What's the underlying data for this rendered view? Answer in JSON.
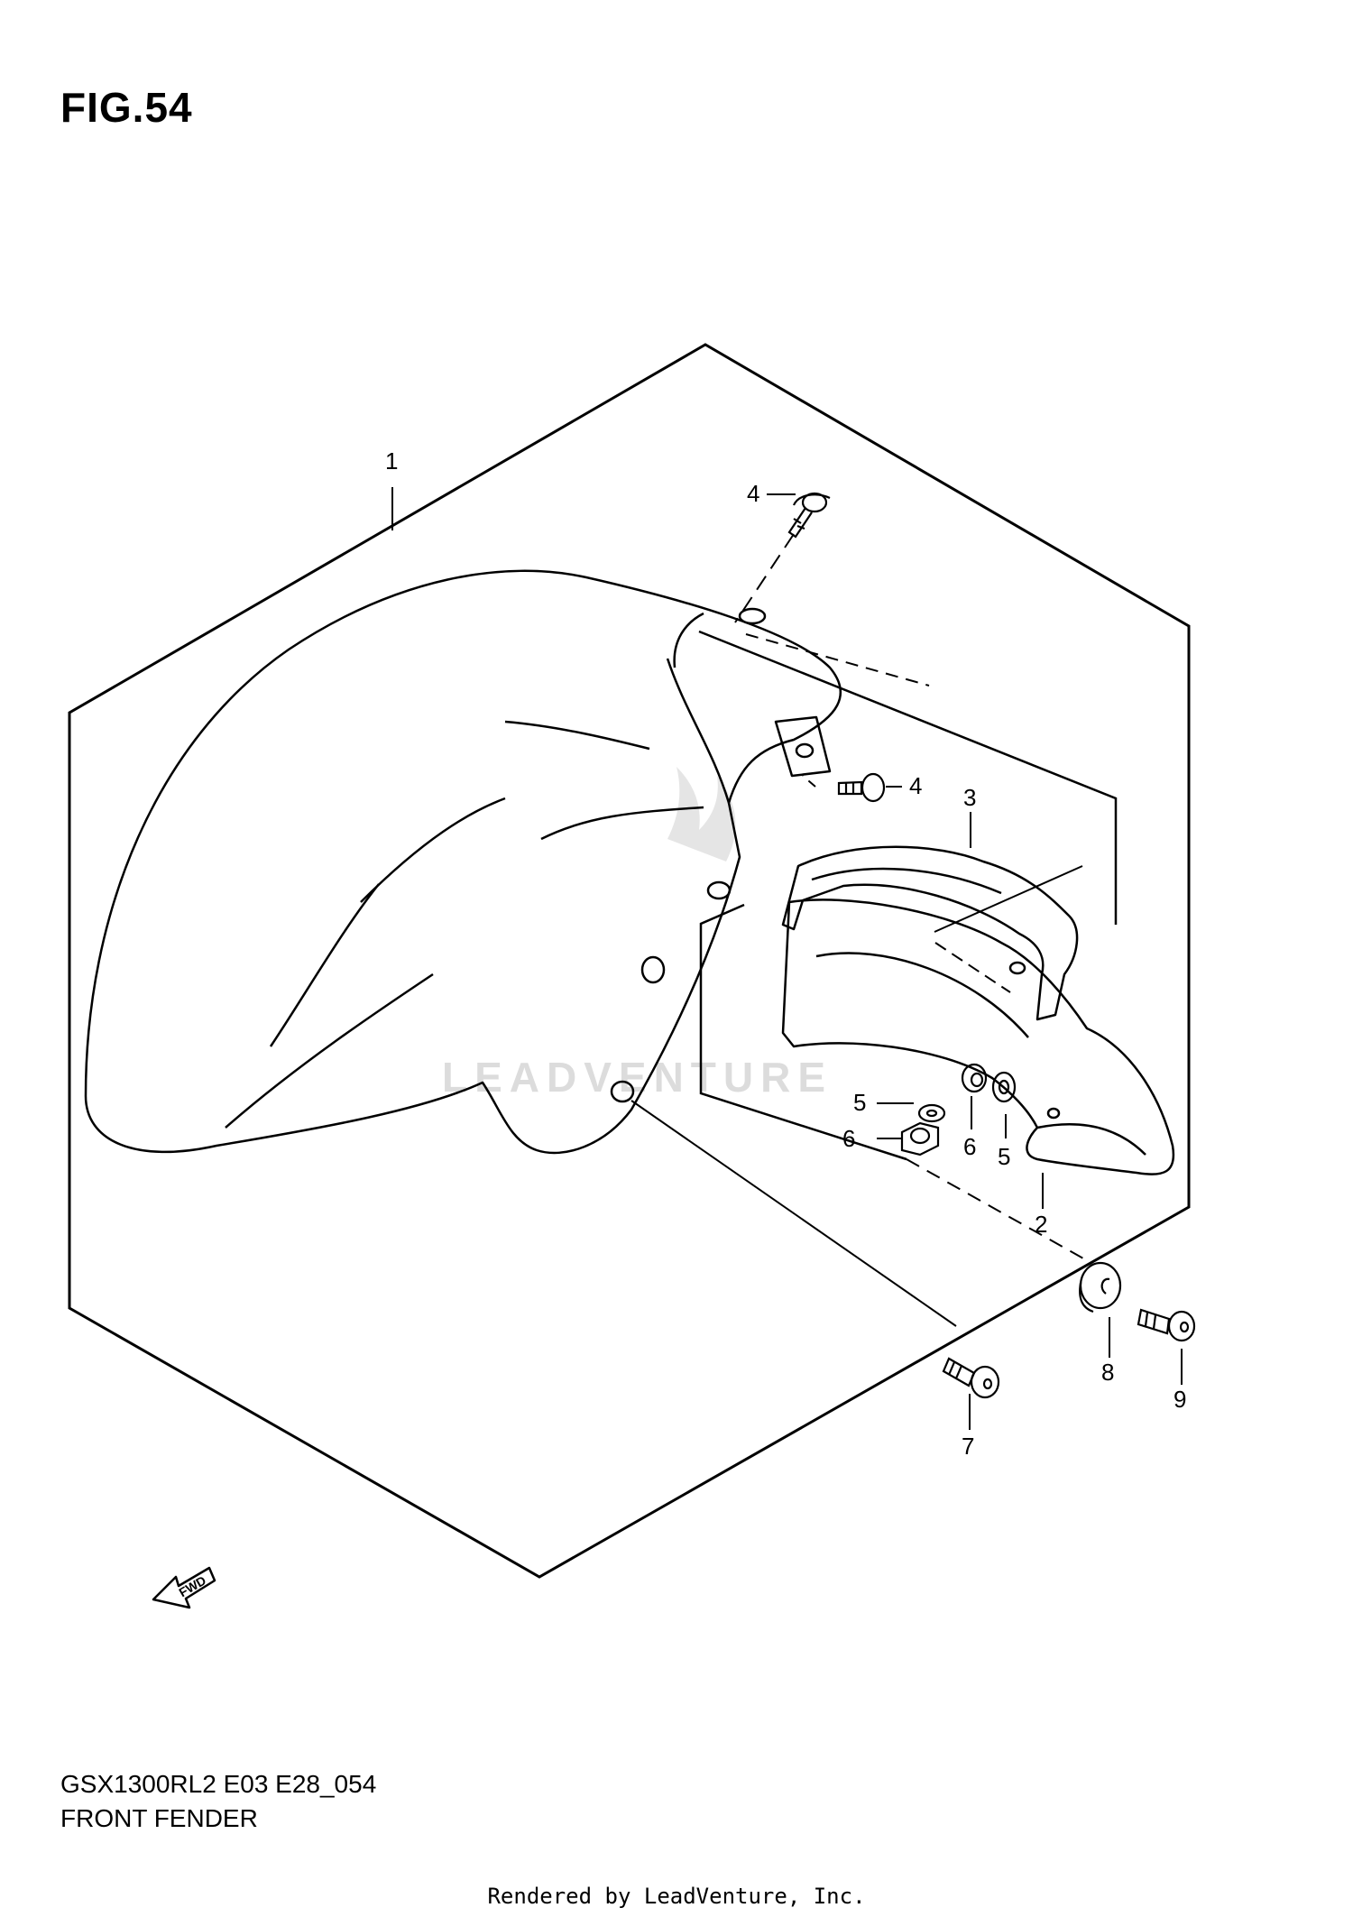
{
  "figure": {
    "title": "FIG.54"
  },
  "caption": {
    "model_code": "GSX1300RL2 E03 E28_054",
    "part_group": "FRONT FENDER"
  },
  "credit": "Rendered by LeadVenture, Inc.",
  "watermark": "LEADVENTURE",
  "fwd_arrow": {
    "label": "FWD"
  },
  "callouts": [
    {
      "id": "c1",
      "number": "1"
    },
    {
      "id": "c4a",
      "number": "4"
    },
    {
      "id": "c4b",
      "number": "4"
    },
    {
      "id": "c3",
      "number": "3"
    },
    {
      "id": "c5a",
      "number": "5"
    },
    {
      "id": "c6a",
      "number": "6"
    },
    {
      "id": "c6b",
      "number": "6"
    },
    {
      "id": "c5b",
      "number": "5"
    },
    {
      "id": "c2",
      "number": "2"
    },
    {
      "id": "c8",
      "number": "8"
    },
    {
      "id": "c9",
      "number": "9"
    },
    {
      "id": "c7",
      "number": "7"
    }
  ]
}
